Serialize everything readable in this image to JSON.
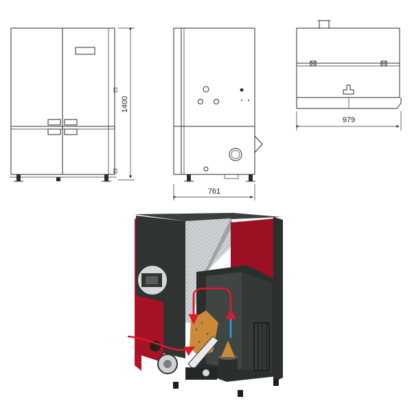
{
  "dimensions": {
    "height": "1400",
    "depth": "761",
    "width": "979"
  },
  "colors": {
    "line": "#2b2b2b",
    "body_dark": "#2f3432",
    "panel_red": "#b3132a",
    "flow_red": "#e0182c",
    "flow_blue": "#2aa3e0",
    "pellets": "#c98a3a",
    "insulation": "#c9cdd0"
  },
  "icons": [
    "dimension-arrow-icon",
    "flow-arrow-icon"
  ]
}
